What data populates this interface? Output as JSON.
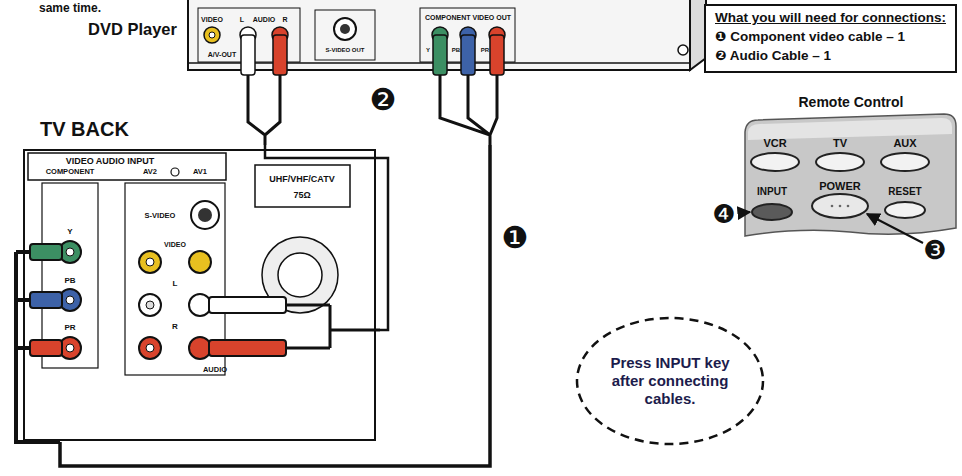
{
  "diagram": {
    "nodes": [
      {
        "text": [
          "DVD Player"
        ]
      },
      {
        "text": [
          "What you will need for connections:",
          "❶ Component video cable – 1",
          "❷ Audio Cable – 1"
        ]
      },
      {
        "text": [
          "Remote Control"
        ]
      },
      {
        "text": [
          "TV BACK"
        ]
      },
      {
        "text": [
          "Press INPUT key after connecting cables."
        ]
      }
    ],
    "edges": [
      {
        "from": 0,
        "to": 3,
        "arrow": "none"
      },
      {
        "from": 0,
        "to": 3,
        "arrow": "none"
      }
    ],
    "labels": [
      "same time.",
      "VIDEO",
      "L",
      "AUDIO",
      "R",
      "A/V-OUT",
      "S-VIDEO OUT",
      "COMPONENT VIDEO OUT",
      "Y",
      "PB",
      "PR",
      "❷",
      "❶",
      "VIDEO AUDIO INPUT",
      "COMPONENT",
      "AV2",
      "AV1",
      "S-VIDEO",
      "Y",
      "PB",
      "PR",
      "VIDEO",
      "L",
      "R",
      "AUDIO",
      "UHF/VHF/CATV",
      "75Ω",
      "VCR",
      "TV",
      "AUX",
      "INPUT",
      "POWER",
      "RESET",
      "❹",
      "❸"
    ]
  }
}
